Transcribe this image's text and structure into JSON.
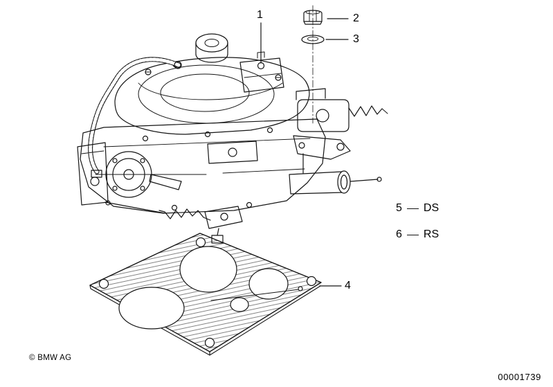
{
  "colors": {
    "line": "#141414",
    "background": "#ffffff"
  },
  "callouts": {
    "c1": "1",
    "c2": "2",
    "c3": "3",
    "c4": "4",
    "c5": "5",
    "c5_label": "DS",
    "c6": "6",
    "c6_label": "RS"
  },
  "footer": {
    "copyright": "© BMW AG",
    "doc_number": "00001739"
  }
}
